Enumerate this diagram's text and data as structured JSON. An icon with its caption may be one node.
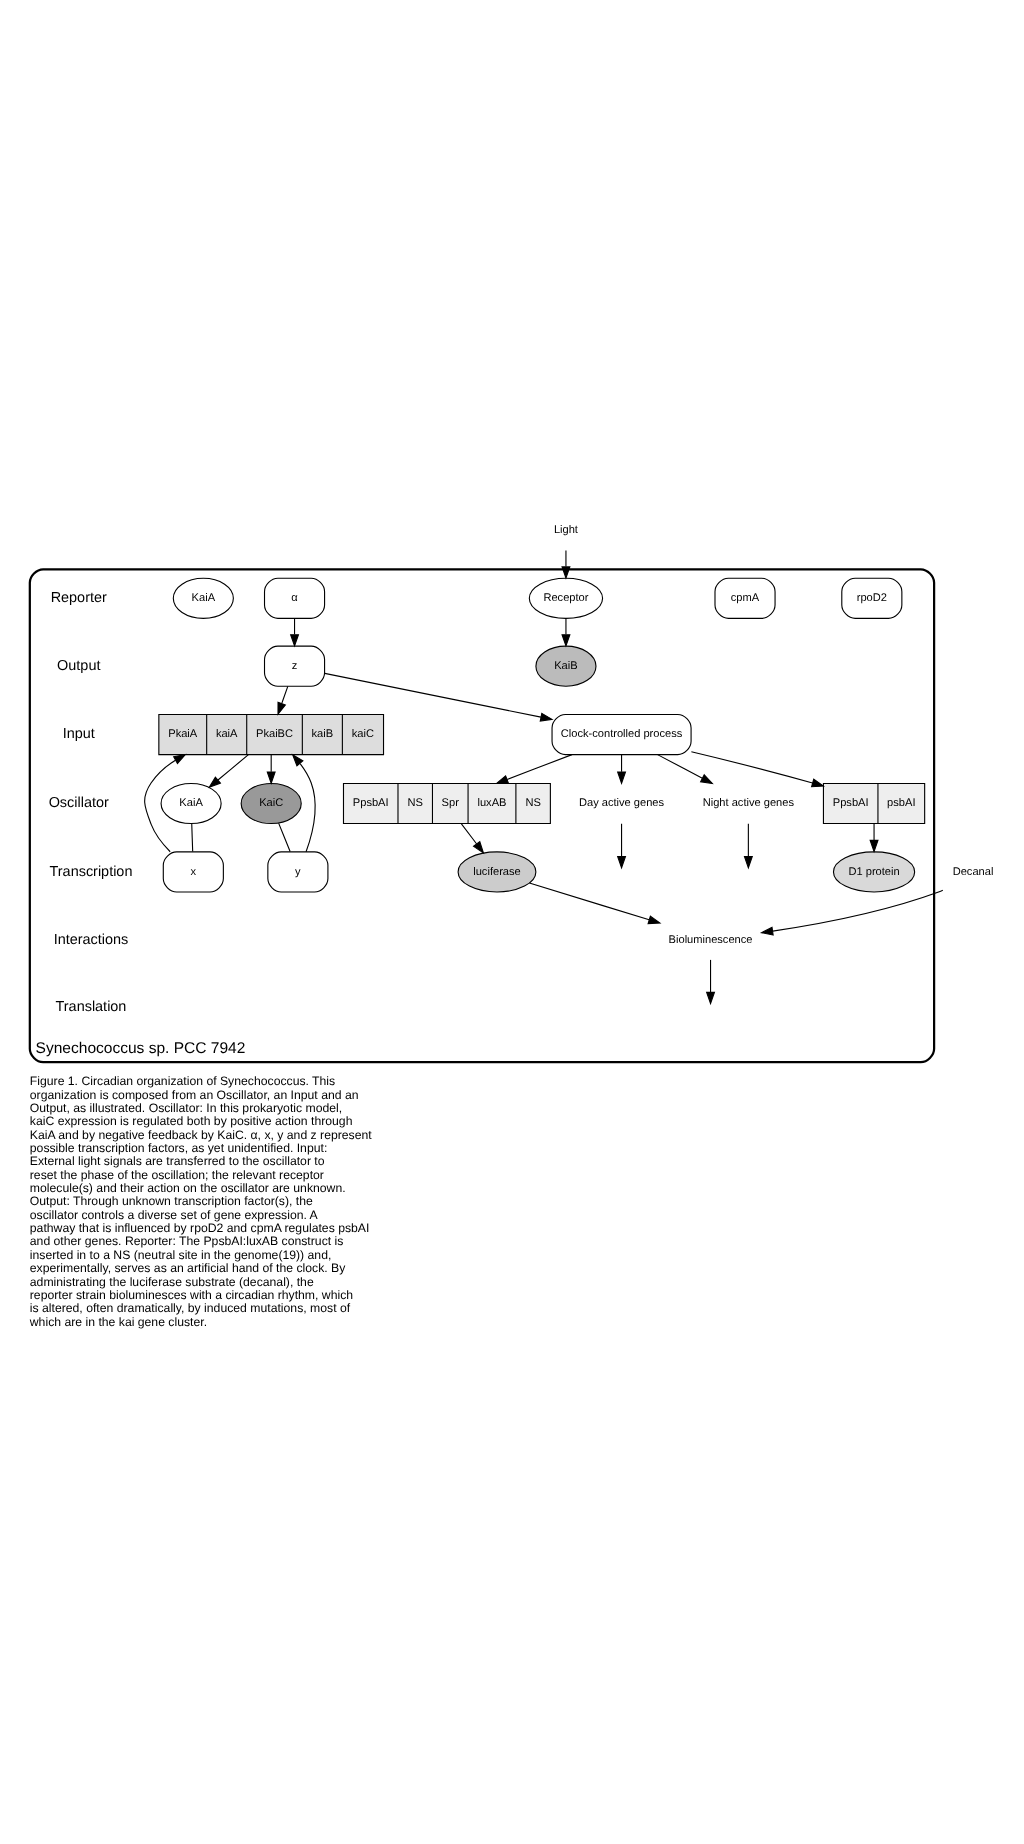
{
  "diagram": {
    "caption": "Figure 1. Circadian organization of Synechococcus. This organization is composed from an Oscillator, an Input and an Output, as illustrated. Oscillator: In this prokaryotic model, kaiC expression is regulated both by positive action through KaiA and by negative feedback by KaiC. α, x, y and z represent possible transcription factors, as yet unidentified. Input: External light signals are transferred to the oscillator to reset the phase of the oscillation; the relevant receptor molecule(s) and their action on the oscillator are unknown. Output: Through unknown transcription factor(s), the oscillator controls a diverse set of gene expression. A pathway that is influenced by rpoD2 and cpmA regulates psbAI and other genes. Reporter: The PpsbAI:luxAB construct is inserted in to a NS (neutral site in the genome(19)) and, experimentally, serves as an artificial hand of the clock. By administrating the luciferase substrate (decanal), the reporter strain bioluminesces with a circadian rhythm, which is altered, often dramatically, by induced mutations, most of which are in the kai gene cluster.",
    "nodes": [
      {
        "text": [
          "Synechococcus sp. PCC 7942"
        ]
      },
      {
        "text": [
          "Decanal"
        ]
      },
      {
        "text": [
          "D1 protein"
        ],
        "in": 0
      },
      {
        "text": [
          "PpsbAI",
          "psbAI"
        ],
        "in": 0
      },
      {
        "text": [
          "PpsbAI",
          "NS",
          "Spr",
          "luxAB",
          "NS"
        ],
        "in": 0
      },
      {
        "text": [
          "luciferase"
        ],
        "in": 0
      },
      {
        "text": [
          "Bioluminescence"
        ],
        "in": 0
      },
      {
        "text": [
          "Day active genes"
        ],
        "in": 0
      },
      {
        "text": [
          "Night active genes"
        ],
        "in": 0
      },
      {
        "text": [
          "rpoD2"
        ],
        "in": 0
      },
      {
        "text": [
          "cpmA"
        ],
        "in": 0
      },
      {
        "text": [
          "Clock-controlled process"
        ],
        "in": 0
      },
      {
        "text": [
          "Light"
        ]
      },
      {
        "text": [
          "Receptor"
        ],
        "in": 0
      },
      {
        "text": [
          "y"
        ],
        "in": 0
      },
      {
        "text": [
          "z"
        ],
        "in": 0
      },
      {
        "text": [
          "x"
        ],
        "in": 0
      },
      {
        "text": [
          "α"
        ],
        "in": 0
      },
      {
        "text": [
          "KaiB"
        ],
        "in": 0
      },
      {
        "text": [
          "KaiC"
        ],
        "in": 0
      },
      {
        "text": [
          "KaiA"
        ],
        "in": 0
      },
      {
        "text": [
          "KaiA"
        ],
        "in": 0
      },
      {
        "text": [
          "PkaiA",
          "kaiA",
          "PkaiBC",
          "kaiB",
          "kaiC"
        ],
        "in": 0
      }
    ],
    "edges": [
      {
        "from": 3,
        "to": 2,
        "arrow": "to"
      },
      {
        "from": 4,
        "to": 5,
        "arrow": "to"
      },
      {
        "from": 1,
        "to": 6,
        "arrow": "to"
      },
      {
        "from": 5,
        "to": 6,
        "arrow": "to"
      },
      {
        "from": 6,
        "to": null,
        "arrow": "to"
      },
      {
        "from": 7,
        "to": null,
        "arrow": "to"
      },
      {
        "from": 8,
        "to": null,
        "arrow": "to"
      },
      {
        "from": 11,
        "to": 3,
        "arrow": "to"
      },
      {
        "from": 11,
        "to": 4,
        "arrow": "to"
      },
      {
        "from": 11,
        "to": 7,
        "arrow": "to"
      },
      {
        "from": 11,
        "to": 8,
        "arrow": "to"
      },
      {
        "from": 12,
        "to": 13,
        "arrow": "to"
      },
      {
        "from": 13,
        "to": 18,
        "arrow": "to"
      },
      {
        "from": 19,
        "to": 14,
        "arrow": "none"
      },
      {
        "from": 14,
        "to": 22,
        "arrow": "to"
      },
      {
        "from": 17,
        "to": 15,
        "arrow": "to"
      },
      {
        "from": 15,
        "to": 11,
        "arrow": "to"
      },
      {
        "from": 15,
        "to": 22,
        "arrow": "to"
      },
      {
        "from": 21,
        "to": 16,
        "arrow": "none"
      },
      {
        "from": 16,
        "to": 22,
        "arrow": "to"
      },
      {
        "from": 22,
        "to": 21,
        "arrow": "to"
      },
      {
        "from": 22,
        "to": 19,
        "arrow": "to"
      }
    ],
    "labels": [
      "Reporter",
      "Output",
      "Input",
      "Oscillator",
      "Transcription",
      "Interactions",
      "Translation"
    ]
  }
}
